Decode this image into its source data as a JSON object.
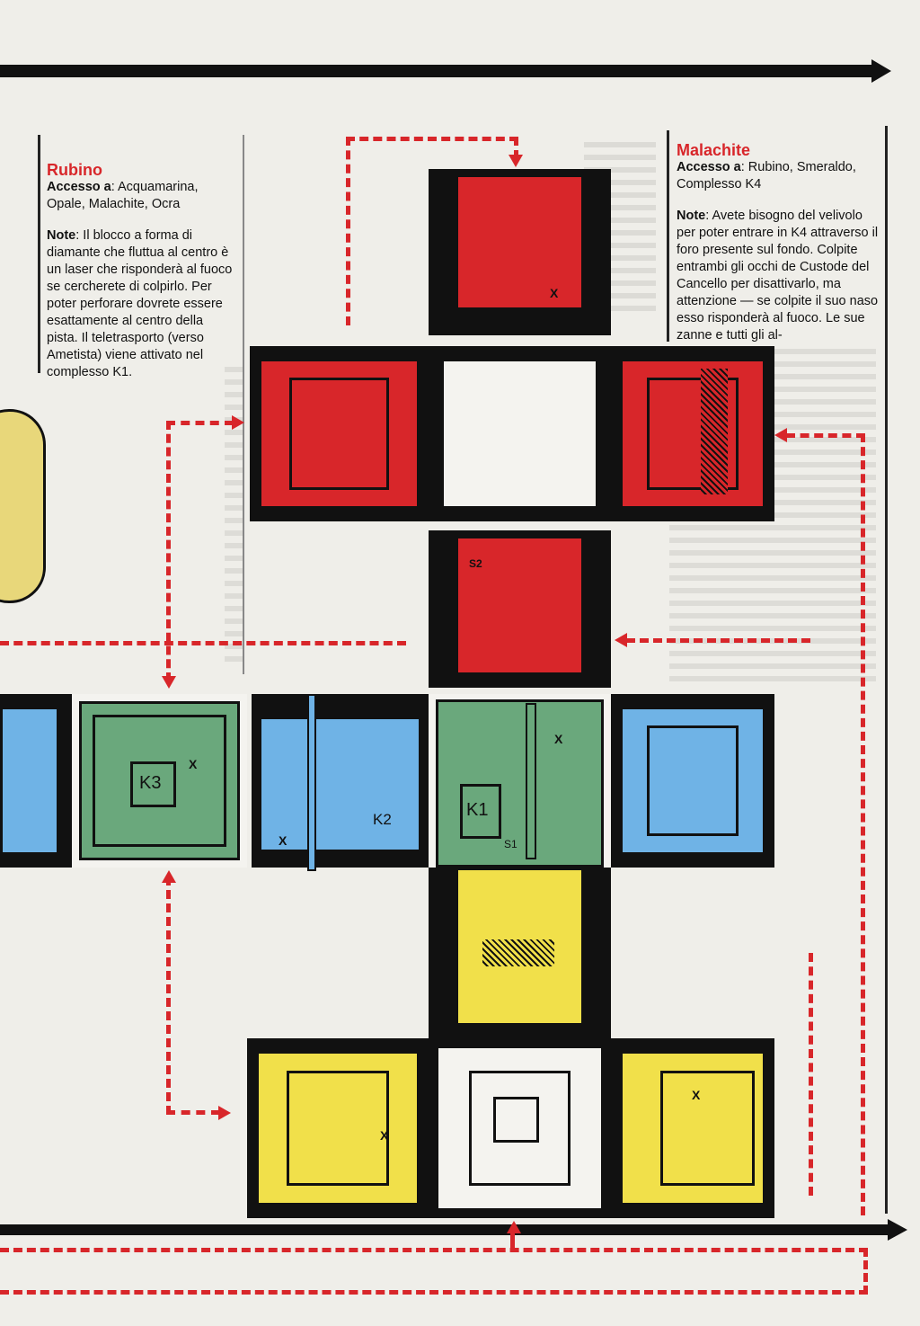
{
  "rubino": {
    "title": "Rubino",
    "access_label": "Accesso a",
    "access_value": ": Acquamarina, Opale, Malachite, Ocra",
    "note_label": "Note",
    "note_text": ": Il blocco a forma di diamante che fluttua al centro è un laser che risponderà al fuoco se cercherete di colpirlo. Per poter perforare dovrete essere esattamente al centro della pista. Il teletrasporto (verso Ametista) viene attivato nel complesso K1."
  },
  "malachite": {
    "title": "Malachite",
    "access_label": "Accesso a",
    "access_value": ": Rubino, Smeraldo, Complesso K4",
    "note_label": "Note",
    "note_text": ": Avete bisogno del velivolo per poter entrare in K4 attraverso il foro presente sul fondo. Colpite entrambi gli occhi de Custode del Cancello per disattivarlo, ma attenzione — se colpite il suo naso esso risponderà al fuoco. Le sue zanne e tutti gli al-"
  },
  "map_labels": {
    "k1": "K1",
    "k2": "K2",
    "k3": "K3",
    "s1": "S1",
    "s2": "S2",
    "x": "X"
  },
  "colors": {
    "red": "#d8262a",
    "blue": "#6fb3e6",
    "green": "#6aa87c",
    "yellow": "#f1e04a",
    "white": "#f4f3ef"
  }
}
